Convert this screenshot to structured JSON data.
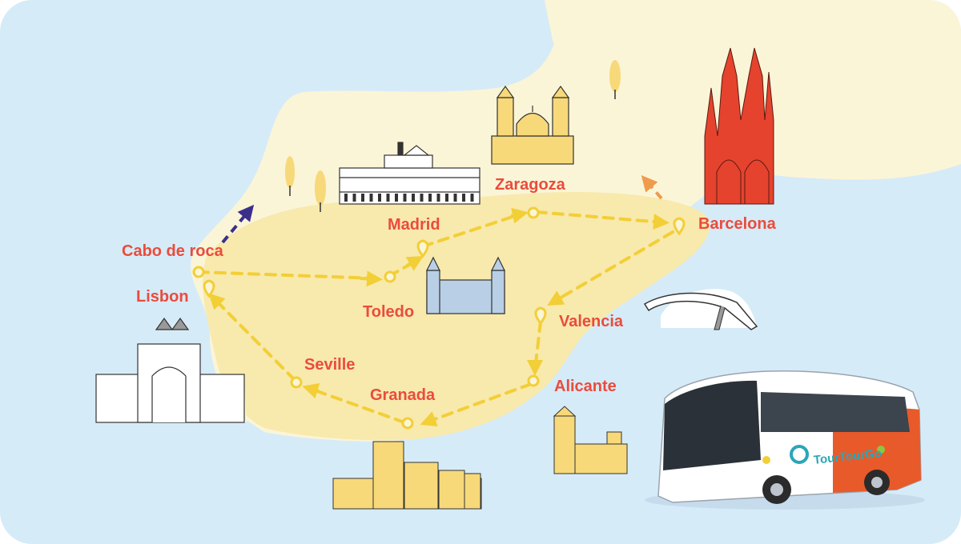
{
  "colors": {
    "sea": "#d6ebf8",
    "land_light": "#fbf5d7",
    "land_route": "#f8e9ad",
    "route": "#f2cf36",
    "label": "#ea4c3c",
    "arrow_cabo": "#3b2f8c",
    "arrow_barcelona": "#f09a4c",
    "landmark_yellow": "#f7d97a",
    "landmark_blue": "#b9cfe6",
    "sagrada_familia": "#e5432d"
  },
  "cities": [
    {
      "id": "cabo",
      "name": "Cabo de roca",
      "marker": "circle"
    },
    {
      "id": "lisbon",
      "name": "Lisbon",
      "marker": "pin"
    },
    {
      "id": "madrid",
      "name": "Madrid",
      "marker": "pin"
    },
    {
      "id": "toledo",
      "name": "Toledo",
      "marker": "circle"
    },
    {
      "id": "zaragoza",
      "name": "Zaragoza",
      "marker": "circle"
    },
    {
      "id": "barcelona",
      "name": "Barcelona",
      "marker": "pin"
    },
    {
      "id": "valencia",
      "name": "Valencia",
      "marker": "pin"
    },
    {
      "id": "alicante",
      "name": "Alicante",
      "marker": "circle"
    },
    {
      "id": "granada",
      "name": "Granada",
      "marker": "circle"
    },
    {
      "id": "seville",
      "name": "Seville",
      "marker": "circle"
    }
  ],
  "route_order": [
    "cabo",
    "toledo",
    "madrid",
    "zaragoza",
    "barcelona",
    "valencia",
    "alicante",
    "granada",
    "seville",
    "lisbon"
  ],
  "brand": {
    "name": "TourTourGo"
  },
  "icons": [
    "location-pin-icon",
    "route-stop-icon",
    "direction-arrow-icon",
    "tree-icon",
    "bus-icon"
  ]
}
